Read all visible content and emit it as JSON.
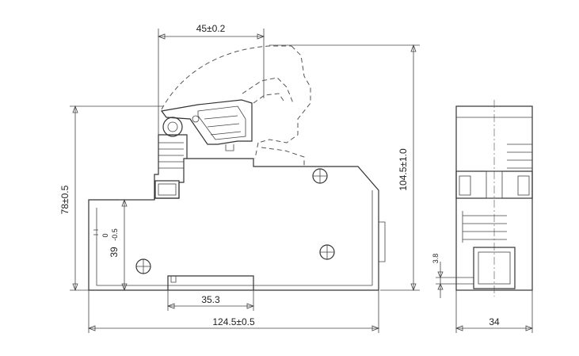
{
  "dimensions": {
    "lever_width": "45±0.2",
    "total_height": "104.5±1.0",
    "body_height": "78±0.5",
    "mount_height_main": "39",
    "mount_height_upper_tol": "0",
    "mount_height_lower_tol": "-0.5",
    "rail_offset": "35.3",
    "overall_length": "124.5±0.5",
    "side_width": "34",
    "clip_height": "3.8"
  }
}
